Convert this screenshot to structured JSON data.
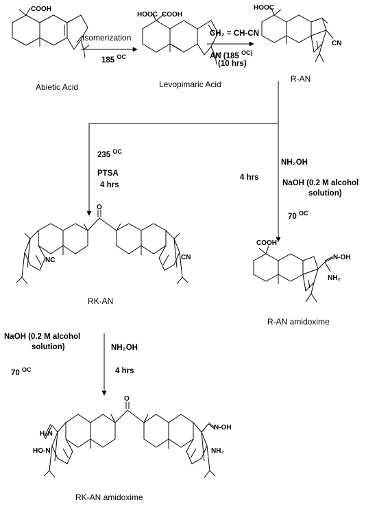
{
  "compounds": {
    "abietic_acid": "Abietic Acid",
    "levopimaric_acid": "Levopimaric Acid",
    "r_an": "R-AN",
    "rk_an": "RK-AN",
    "r_an_amidoxime": "R-AN amidoxime",
    "rk_an_amidoxime": "RK-AN amidoxime"
  },
  "steps": {
    "isomerization": {
      "label": "Isomerization",
      "temp": "185 ",
      "temp_unit": "OC"
    },
    "diels_alder": {
      "reagent": "CH₂ = CH-CN",
      "line2": "AN (185 ",
      "line2_unit": "OC)",
      "time": "(10 hrs)"
    },
    "ketonization": {
      "temp": "235 ",
      "temp_unit": "OC",
      "catalyst": "PTSA",
      "time": "4 hrs"
    },
    "amidox_r": {
      "reagent": "NH₂OH",
      "time": "4 hrs",
      "base_line1": "NaOH (0.2 M alcohol",
      "base_line2": "solution)",
      "temp": "70 ",
      "temp_unit": "OC"
    },
    "amidox_rk": {
      "base_line1": "NaOH (0.2 M alcohol",
      "base_line2": "solution)",
      "temp": "70 ",
      "temp_unit": "OC",
      "reagent": "NH₂OH",
      "time": "4 hrs"
    }
  },
  "atoms": {
    "cooh": "COOH",
    "hooc": "HOOC",
    "cn": "CN",
    "nc": "NC",
    "o": "O",
    "n_oh": "N-OH",
    "ho_n": "HO-N",
    "nh2": "NH₂",
    "h2n": "H₂N"
  }
}
